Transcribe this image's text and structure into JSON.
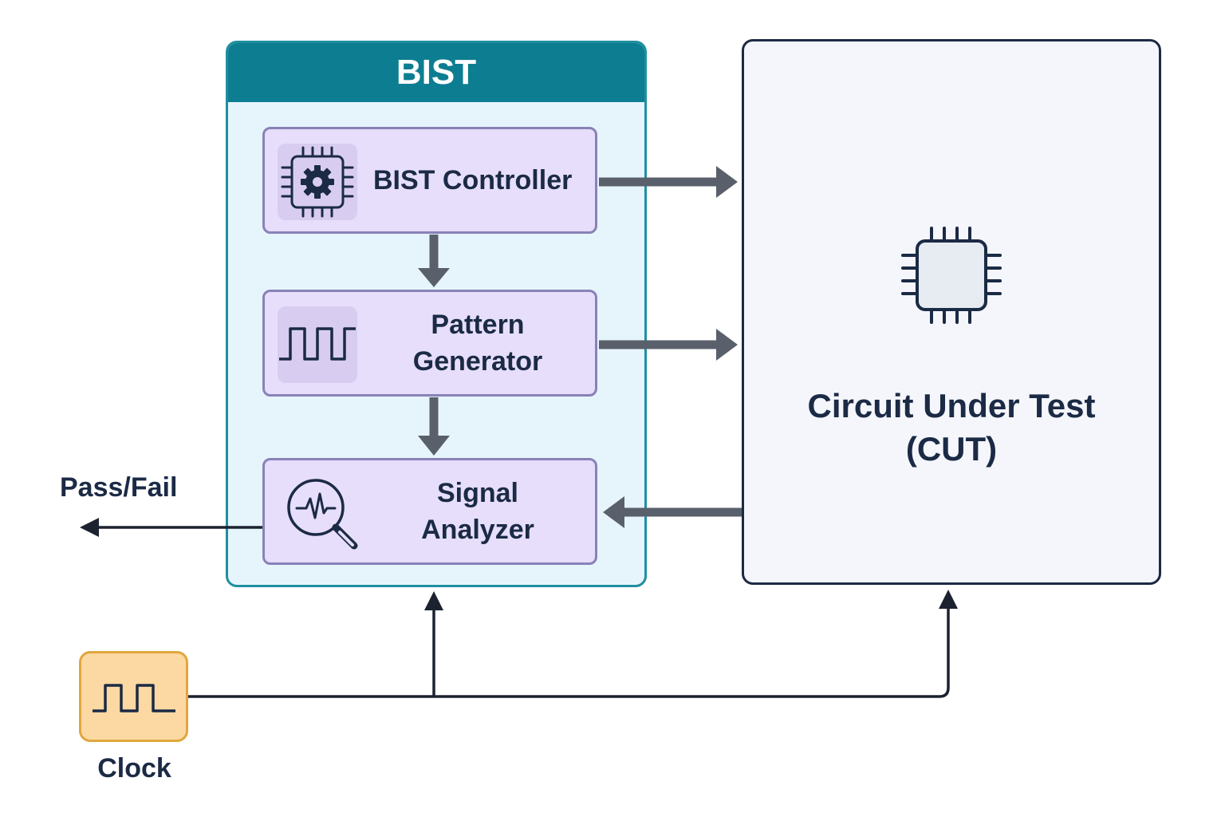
{
  "diagram": {
    "bist": {
      "title": "BIST"
    },
    "blocks": {
      "controller": {
        "label": "BIST Controller",
        "icon": "chip-gear-icon"
      },
      "pattern_generator": {
        "label_line1": "Pattern",
        "label_line2": "Generator",
        "icon": "square-wave-icon"
      },
      "signal_analyzer": {
        "label_line1": "Signal",
        "label_line2": "Analyzer",
        "icon": "magnifier-waveform-icon"
      }
    },
    "cut": {
      "label_line1": "Circuit Under Test",
      "label_line2": "(CUT)",
      "icon": "chip-icon"
    },
    "clock": {
      "label": "Clock",
      "icon": "square-wave-icon"
    },
    "output": {
      "label": "Pass/Fail"
    },
    "colors": {
      "bist_header": "#0d7d92",
      "bist_border": "#1f8fa0",
      "bist_fill": "#e6f5fb",
      "block_fill": "#e6defa",
      "block_border": "#8882b8",
      "cut_border": "#1c2a44",
      "clock_fill": "#fcd9a3",
      "clock_border": "#e1a63e",
      "arrow_gray": "#5a606b",
      "line_dark": "#1c2230"
    }
  }
}
